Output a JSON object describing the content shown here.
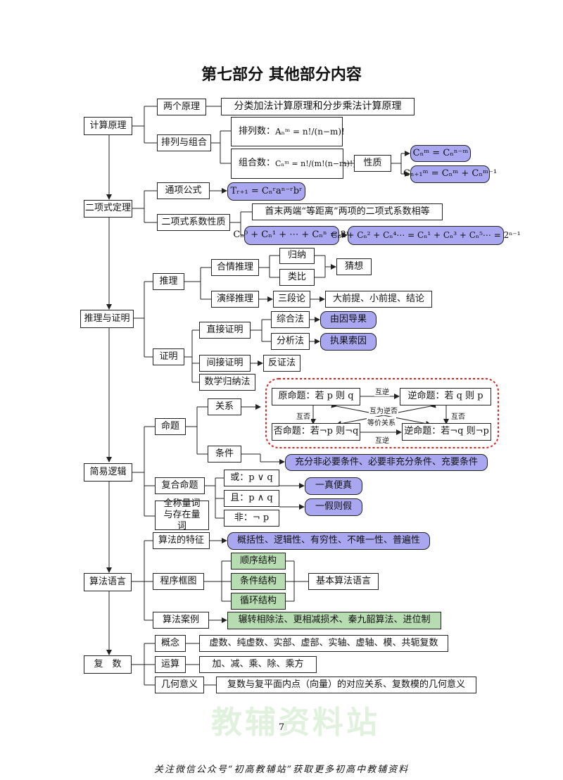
{
  "title": "第七部分  其他部分内容",
  "page_number": "7",
  "footer": "关注微信公众号“初高教辅站”获取更多初高中教辅资料",
  "watermark": "教辅资料站",
  "colors": {
    "highlight": "#a9a7f0",
    "green": "#b8dcb2",
    "red_dash": "#dd2222"
  },
  "sections": {
    "s1": {
      "main": "计算原理",
      "two_principles": "两个原理",
      "principles_desc": "分类加法计算原理和分步乘法计算原理",
      "perm_comb": "排列与组合",
      "perm_label": "排列数：",
      "perm_formula": "Aₙᵐ = n!/(n−m)!",
      "comb_label": "组合数：",
      "comb_formula": "Cₙᵐ = n!/(m!(n−m)!)",
      "properties": "性质",
      "prop1": "Cₙᵐ = Cₙⁿ⁻ᵐ",
      "prop2": "Cₙ₊₁ᵐ = Cₙᵐ + Cₙᵐ⁻¹"
    },
    "s2": {
      "main": "二项式定理",
      "general_term": "通项公式",
      "general_formula": "Tᵣ₊₁ = Cₙʳaⁿ⁻ʳbʳ",
      "coeff_props": "二项式系数性质",
      "symmetric": "首末两端“等距离”两项的二项式系数相等",
      "sum_all": "Cₙ⁰ + Cₙ¹ + ⋯ + Cₙⁿ = 2ⁿ",
      "sum_odd_even": "Cₙ⁰ + Cₙ² + Cₙ⁴⋯ = Cₙ¹ + Cₙ³ + Cₙ⁵⋯ = 2ⁿ⁻¹"
    },
    "s3": {
      "main": "推理与证明",
      "reasoning": "推理",
      "plausible": "合情推理",
      "induction": "归纳",
      "analogy": "类比",
      "conjecture": "猜想",
      "deductive": "演绎推理",
      "syllogism": "三段论",
      "premises": "大前提、小前提、结论",
      "proof": "证明",
      "direct": "直接证明",
      "synthesis": "综合法",
      "cause_effect": "由因导果",
      "analysis": "分析法",
      "seek_cause": "执果索因",
      "indirect": "间接证明",
      "contradiction": "反证法",
      "math_induction": "数学归纳法"
    },
    "s4": {
      "main": "简易逻辑",
      "proposition": "命题",
      "relation": "关系",
      "condition": "条件",
      "orig": "原命题：若 p 则 q",
      "converse": "逆命题：若 q 则 p",
      "inverse": "否命题：若¬p 则¬q",
      "contrapositive": "逆命题：若¬q 则¬p",
      "rel_converse_top": "互逆",
      "rel_converse_bottom": "互逆",
      "rel_negation_left": "互否",
      "rel_negation_right": "互否",
      "rel_contrapositive": "互为逆否",
      "rel_equivalent": "等价关系",
      "conditions_desc": "充分非必要条件、必要非充分条件、充要条件",
      "compound": "复合命题",
      "or": "或：p ∨ q",
      "and": "且：p ∧ q",
      "not": "非：¬ p",
      "one_true": "一真便真",
      "one_false": "一假则假",
      "quantifier": "全称量词与存在量词"
    },
    "s5": {
      "main": "算法语言",
      "features": "算法的特征",
      "features_desc": "概括性、逻辑性、有穷性、不唯一性、普遍性",
      "flowchart": "程序框图",
      "sequential": "顺序结构",
      "conditional": "条件结构",
      "loop": "循环结构",
      "basic_lang": "基本算法语言",
      "cases": "算法案例",
      "cases_desc": "辗转相除法、更相减损术、秦九韶算法、进位制"
    },
    "s6": {
      "main": "复　数",
      "concept": "概念",
      "concept_desc": "虚数、纯虚数、实部、虚部、实轴、虚轴、模、共轭复数",
      "operations": "运算",
      "operations_desc": "加、减、乘、除、乘方",
      "geometric": "几何意义",
      "geometric_desc": "复数与复平面内点（向量）的对应关系、复数模的几何意义"
    }
  }
}
